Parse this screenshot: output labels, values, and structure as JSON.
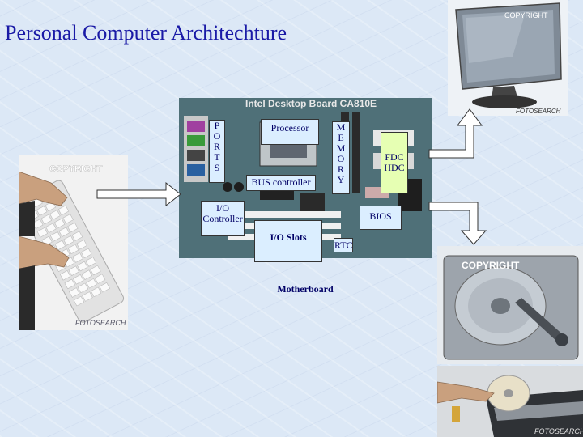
{
  "title": "Personal Computer Architechture",
  "board_header": "Intel Desktop Board CA810E",
  "labels": {
    "ports": [
      "P",
      "O",
      "R",
      "T",
      "S"
    ],
    "processor": "Processor",
    "memory": [
      "M",
      "E",
      "M",
      "O",
      "R",
      "Y"
    ],
    "fdc": "FDC",
    "hdc": "HDC",
    "bus_controller": "BUS controller",
    "io_controller_1": "I/O",
    "io_controller_2": "Controller",
    "bios": "BIOS",
    "io_slots": "I/O Slots",
    "rtc": "RTC",
    "motherboard": "Motherboard"
  },
  "watermarks": {
    "copyright": "COPYRIGHT",
    "brand": "FOTOSEARCH"
  },
  "colors": {
    "title": "#1a1aa6",
    "box_fill": "#dbeeff",
    "fdc_fill": "#e6ffb3",
    "arrow_fill": "#ffffff",
    "arrow_stroke": "#333333"
  }
}
